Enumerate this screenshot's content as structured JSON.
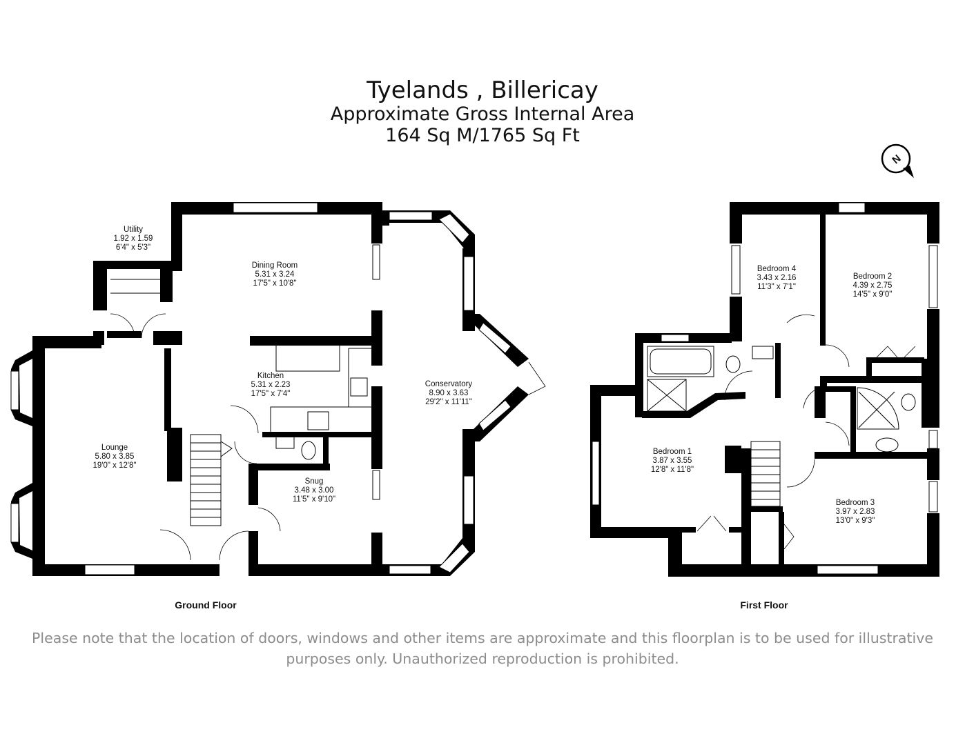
{
  "header": {
    "title": "Tyelands , Billericay",
    "subtitle": "Approximate Gross Internal Area",
    "area": "164 Sq M/1765 Sq Ft"
  },
  "compass": {
    "letter": "N"
  },
  "floors": {
    "ground": {
      "label": "Ground Floor",
      "rooms": [
        {
          "id": "utility",
          "name": "Utility",
          "metric": "1.92 x 1.59",
          "imperial": "6'4\" x 5'3\""
        },
        {
          "id": "dining",
          "name": "Dining Room",
          "metric": "5.31 x 3.24",
          "imperial": "17'5\" x 10'8\""
        },
        {
          "id": "kitchen",
          "name": "Kitchen",
          "metric": "5.31 x 2.23",
          "imperial": "17'5\" x 7'4\""
        },
        {
          "id": "conservatory",
          "name": "Conservatory",
          "metric": "8.90 x 3.63",
          "imperial": "29'2\" x 11'11\""
        },
        {
          "id": "lounge",
          "name": "Lounge",
          "metric": "5.80 x 3.85",
          "imperial": "19'0\" x 12'8\""
        },
        {
          "id": "snug",
          "name": "Snug",
          "metric": "3.48 x 3.00",
          "imperial": "11'5\" x 9'10\""
        }
      ]
    },
    "first": {
      "label": "First Floor",
      "rooms": [
        {
          "id": "bed4",
          "name": "Bedroom 4",
          "metric": "3.43 x 2.16",
          "imperial": "11'3\" x 7'1\""
        },
        {
          "id": "bed2",
          "name": "Bedroom 2",
          "metric": "4.39 x 2.75",
          "imperial": "14'5\" x 9'0\""
        },
        {
          "id": "bed1",
          "name": "Bedroom 1",
          "metric": "3.87 x 3.55",
          "imperial": "12'8\" x 11'8\""
        },
        {
          "id": "bed3",
          "name": "Bedroom 3",
          "metric": "3.97 x 2.83",
          "imperial": "13'0\" x 9'3\""
        }
      ]
    }
  },
  "disclaimer": {
    "line1": "Please note that the location of doors, windows and other items are approximate and this floorplan is to be used for illustrative",
    "line2": "purposes only. Unauthorized reproduction is prohibited."
  }
}
